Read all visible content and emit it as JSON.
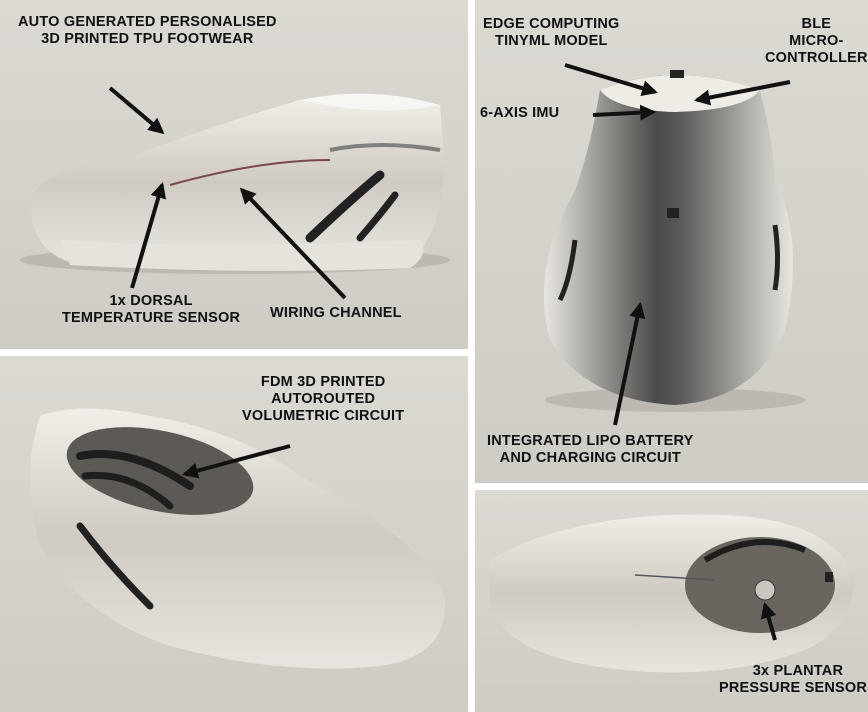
{
  "panels": {
    "top_left": {
      "labels": {
        "footwear": [
          "AUTO GENERATED PERSONALISED",
          "3D PRINTED TPU FOOTWEAR"
        ],
        "temperature": [
          "1x DORSAL",
          "TEMPERATURE SENSOR"
        ],
        "wiring": "WIRING CHANNEL"
      }
    },
    "top_right": {
      "labels": {
        "edge": [
          "EDGE COMPUTING",
          "TINYML MODEL"
        ],
        "ble": [
          "BLE",
          "MICRO-",
          "CONTROLLER"
        ],
        "imu": "6-AXIS IMU",
        "battery": [
          "INTEGRATED LIPO BATTERY",
          "AND CHARGING CIRCUIT"
        ]
      }
    },
    "bottom_left": {
      "labels": {
        "circuit": [
          "FDM 3D PRINTED",
          "AUTOROUTED",
          "VOLUMETRIC CIRCUIT"
        ]
      }
    },
    "bottom_right": {
      "labels": {
        "pressure": [
          "3x PLANTAR",
          "PRESSURE SENSORS"
        ]
      }
    }
  },
  "colors": {
    "background": "#d8d5d0",
    "label": "#111111",
    "shoe": "#ece9e2",
    "trace": "#2a2a2a"
  }
}
